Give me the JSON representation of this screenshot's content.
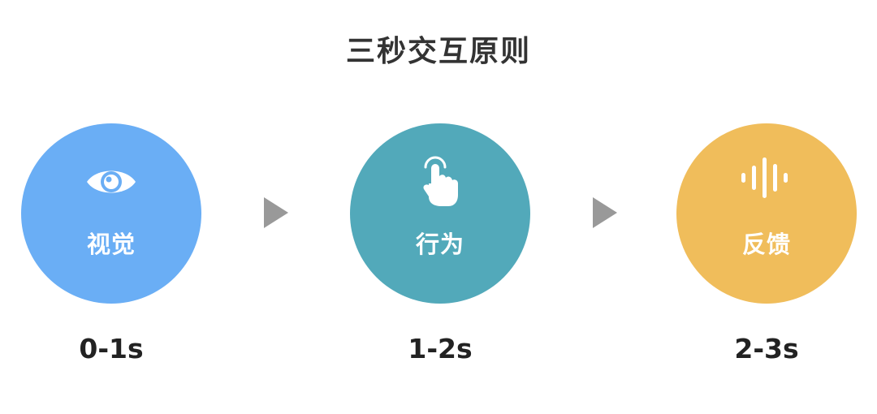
{
  "title": "三秒交互原则",
  "steps": [
    {
      "label": "视觉",
      "time": "0-1s",
      "icon": "eye-icon",
      "color": "#6aaef5"
    },
    {
      "label": "行为",
      "time": "1-2s",
      "icon": "pointing-hand-icon",
      "color": "#52a9ba"
    },
    {
      "label": "反馈",
      "time": "2-3s",
      "icon": "sound-wave-icon",
      "color": "#f0bd5b"
    }
  ],
  "arrow_color": "#999999"
}
